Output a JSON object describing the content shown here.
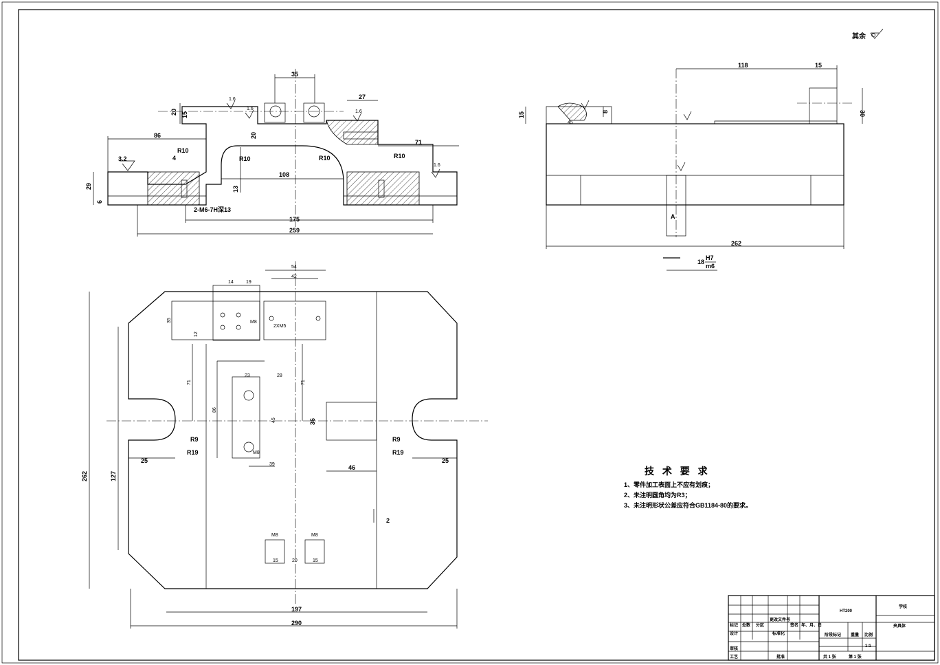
{
  "roughness_note": "其余",
  "front_view": {
    "dims": {
      "d35": "35",
      "d27": "27",
      "d20a": "20",
      "d15": "15",
      "d20b": "20",
      "d86": "86",
      "d71": "71",
      "r10a": "R10",
      "r10b": "R10",
      "r10c": "R10",
      "r10d": "R10",
      "d4": "4",
      "d3_2": "3.2",
      "d108": "108",
      "d29": "29",
      "d6": "6",
      "d13": "13",
      "thread": "2-M6-7H深13",
      "d175": "175",
      "d259": "259"
    },
    "roughness": "1.6"
  },
  "side_view": {
    "dims": {
      "d118": "118",
      "d15a": "15",
      "d30": "30",
      "d15b": "15",
      "d8": "8",
      "d262": "262",
      "fit_size": "18",
      "fit_upper": "H7",
      "fit_lower": "m6",
      "section": "A",
      "d45": "45"
    }
  },
  "top_view": {
    "dims": {
      "d54": "54",
      "d42": "42",
      "d14": "14",
      "d19": "19",
      "d35": "35",
      "d2xm5": "2XM5",
      "d12": "12",
      "d71a": "71",
      "d71b": "71",
      "d23": "23",
      "d28": "28",
      "d86": "86",
      "d45": "45",
      "d39": "39",
      "m8a": "M8",
      "m8b": "M8",
      "m8c": "M8",
      "m8d": "M8",
      "d262": "262",
      "d127": "127",
      "r9a": "R9",
      "r19a": "R19",
      "r9b": "R9",
      "r19b": "R19",
      "d25a": "25",
      "d25b": "25",
      "d46": "46",
      "d36": "36",
      "d2": "2",
      "d15a": "15",
      "d20": "20",
      "d15b": "15",
      "d197": "197",
      "d290": "290"
    }
  },
  "technical_requirements": {
    "title": "技 术 要 求",
    "items": [
      "1、零件加工表面上不应有划痕；",
      "2、未注明圆角均为R3；",
      "3、未注明形状公差应符合GB1184-80的要求。"
    ]
  },
  "title_block": {
    "material": "HT200",
    "school": "学校",
    "part_name": "夹具体",
    "scale": "1:1",
    "headers": [
      "标记",
      "处数",
      "分区",
      "更改文件号",
      "签名",
      "年、月、日"
    ],
    "design": "设计",
    "standardize": "标准化",
    "stage_mark": "阶段标记",
    "weight": "重量",
    "ratio": "比例",
    "review": "审核",
    "process": "工艺",
    "approve": "批准",
    "total_sheets": "共 1 张",
    "sheet_no": "第 1 张"
  }
}
